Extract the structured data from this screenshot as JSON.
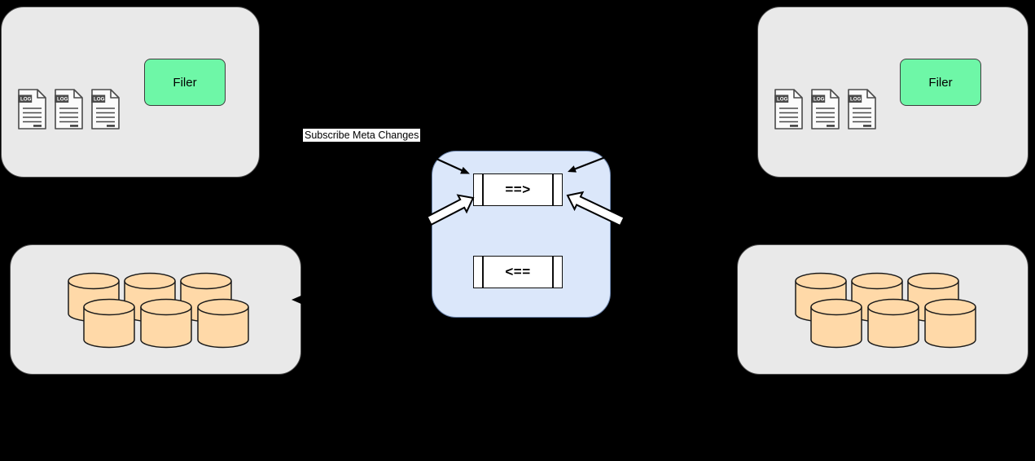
{
  "annotation": {
    "subscribe_meta_changes": "Subscribe Meta Changes"
  },
  "left_filer_cluster": {
    "filer_label": "Filer",
    "log_labels": [
      "LOG",
      "LOG",
      "LOG"
    ]
  },
  "right_filer_cluster": {
    "filer_label": "Filer",
    "log_labels": [
      "LOG",
      "LOG",
      "LOG"
    ]
  },
  "message_queue": {
    "forward_label": "==>",
    "backward_label": "<=="
  },
  "left_volume_cluster": {
    "cylinders": 6
  },
  "right_volume_cluster": {
    "cylinders": 6
  },
  "colors": {
    "background": "#000000",
    "panel_fill": "#e9e9e9",
    "panel_stroke": "#4f4f4f",
    "filer_fill": "#6ef7a7",
    "queue_panel_fill": "#dbe7fa",
    "queue_panel_stroke": "#6d86ad",
    "queue_box_fill": "#ffffff",
    "cylinder_fill": "#ffd9a8",
    "arrow_stroke": "#000000",
    "block_arrow_fill": "#ffffff"
  }
}
